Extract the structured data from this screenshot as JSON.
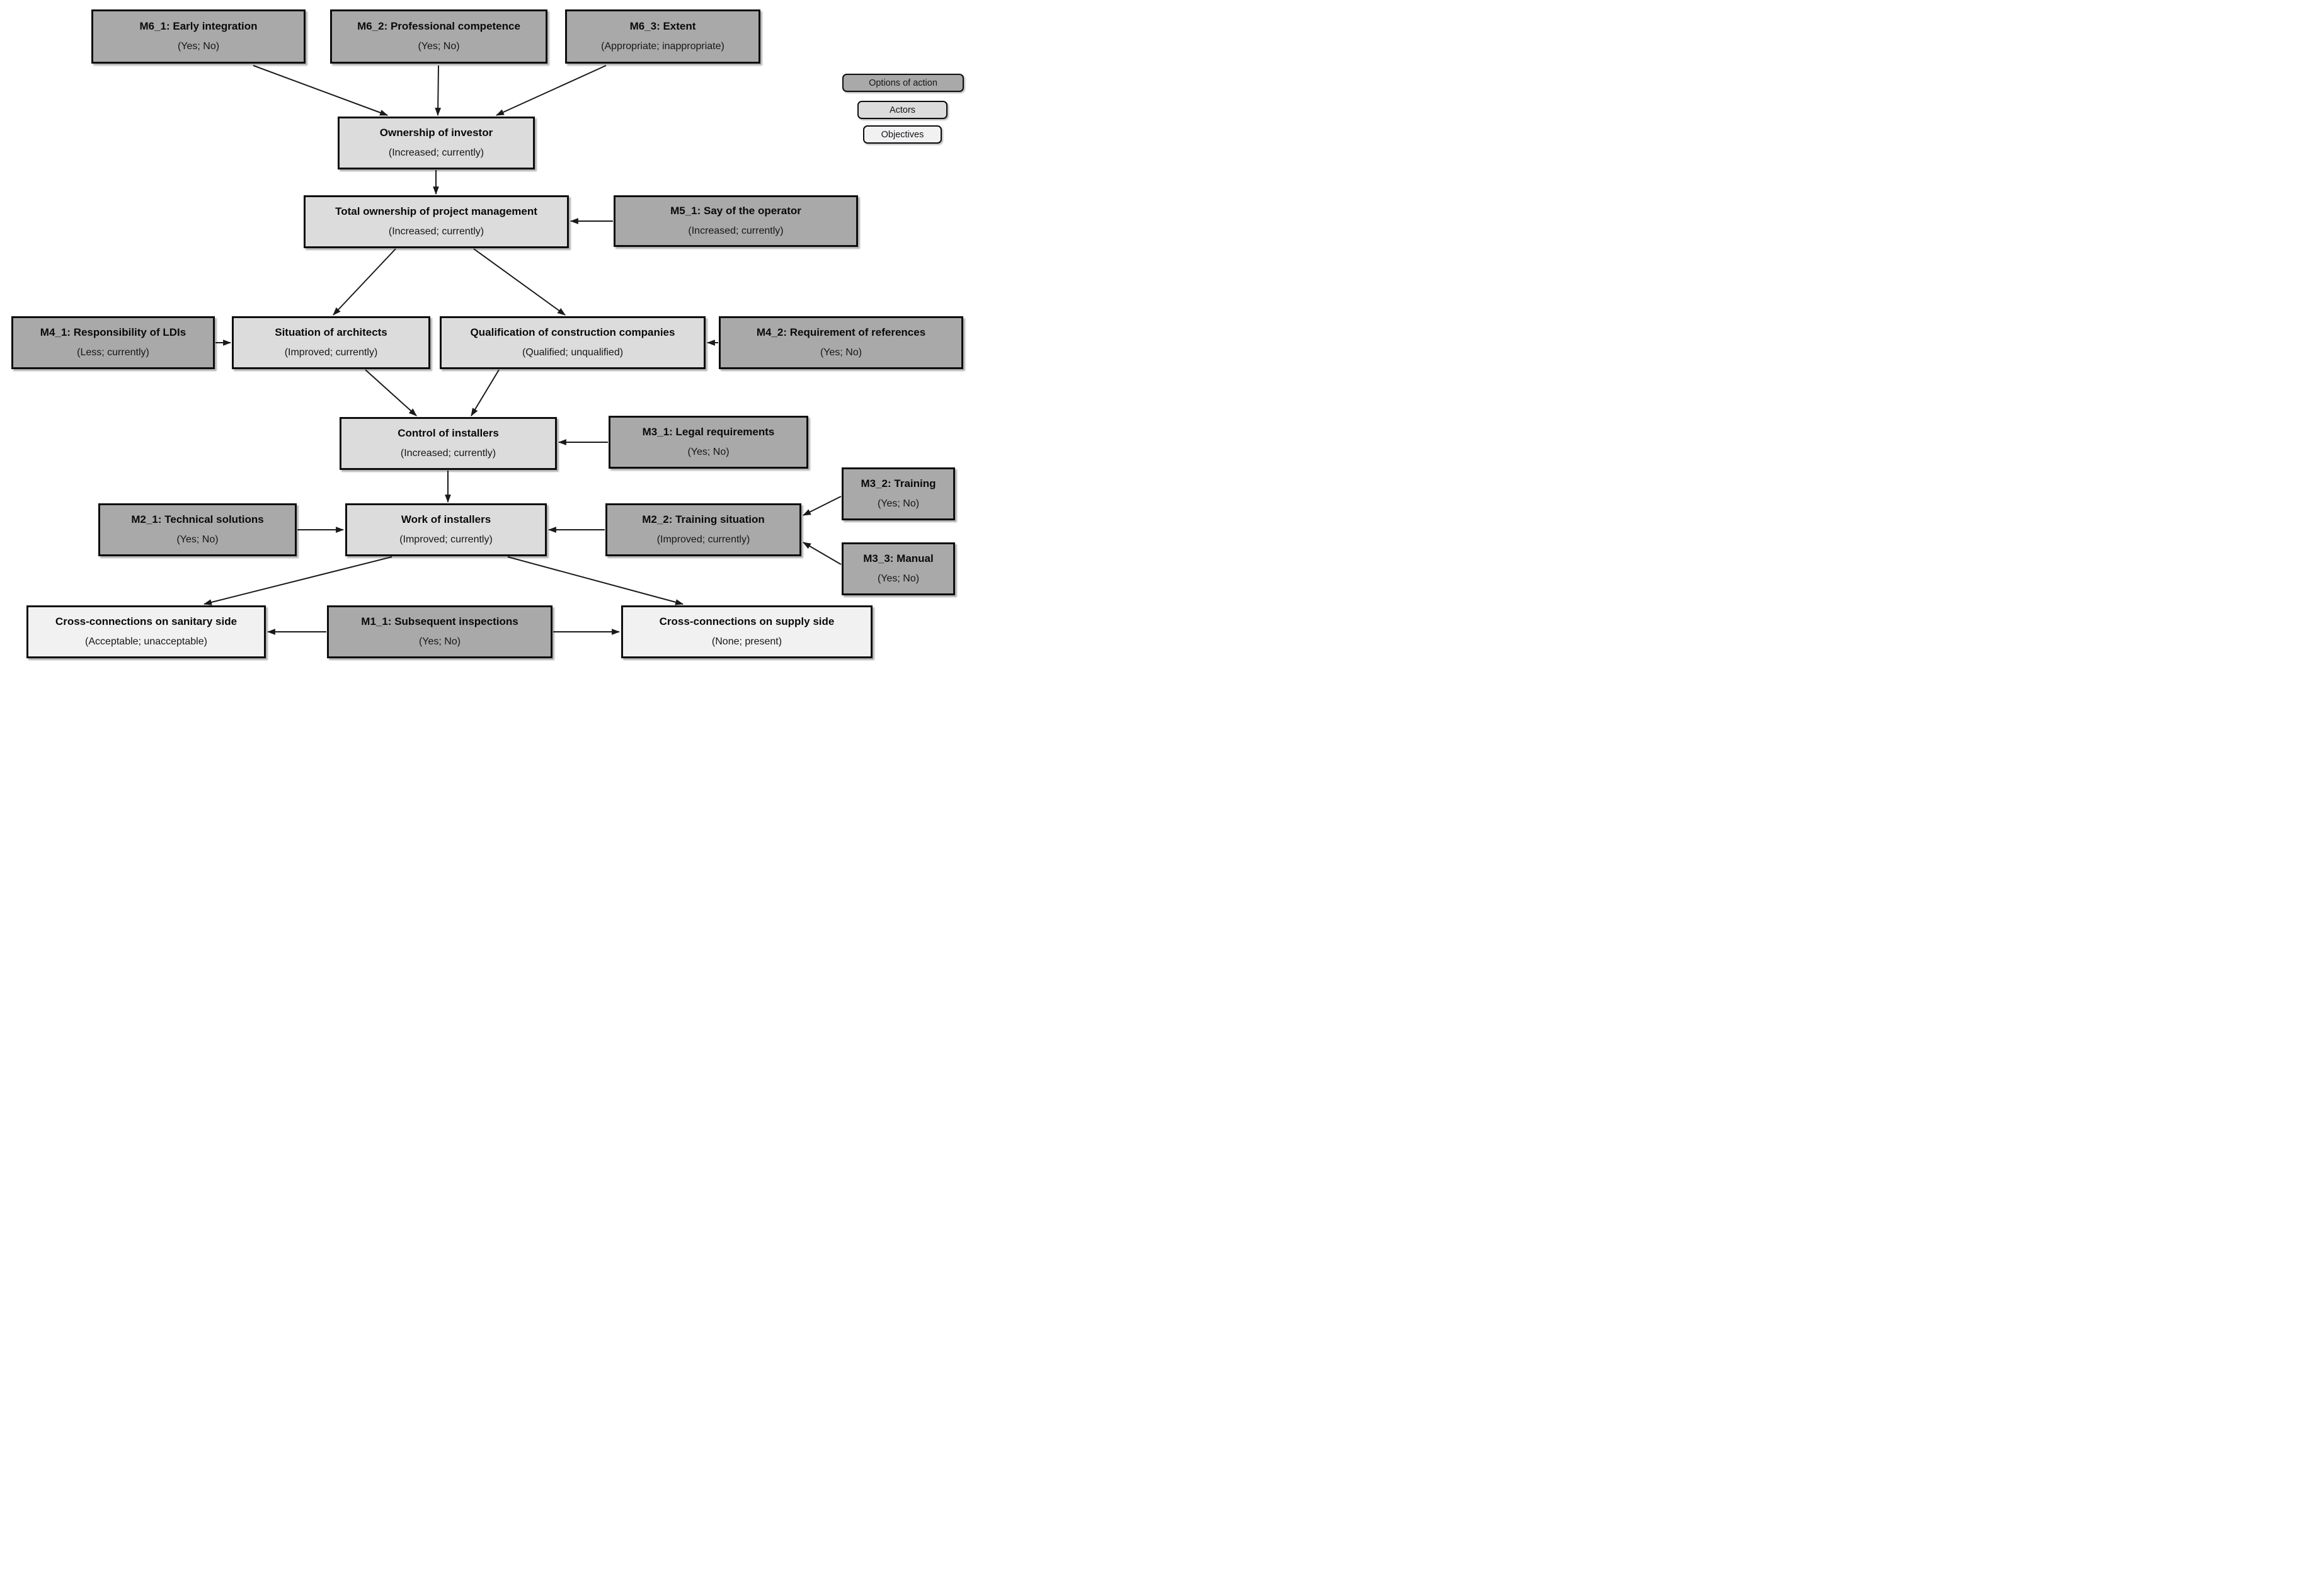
{
  "diagram": {
    "legend": [
      {
        "label": "Options of action",
        "type": "option"
      },
      {
        "label": "Actors",
        "type": "actor"
      },
      {
        "label": "Objectives",
        "type": "objective"
      }
    ],
    "colors": {
      "option_fill": "#a9a9a9",
      "actor_fill": "#dcdcdc",
      "objective_fill": "#f1f1f1",
      "border": "#0d0d0d",
      "arrow": "#1a1a1a",
      "background": "#ffffff"
    },
    "nodes": [
      {
        "id": "m6_1",
        "type": "option",
        "title": "M6_1: Early integration",
        "value": "(Yes; No)"
      },
      {
        "id": "m6_2",
        "type": "option",
        "title": "M6_2: Professional competence",
        "value": "(Yes; No)"
      },
      {
        "id": "m6_3",
        "type": "option",
        "title": "M6_3: Extent",
        "value": "(Appropriate; inappropriate)"
      },
      {
        "id": "ownership_of_investor",
        "type": "actor",
        "title": "Ownership of investor",
        "value": "(Increased; currently)"
      },
      {
        "id": "total_ownership",
        "type": "actor",
        "title": "Total ownership of project management",
        "value": "(Increased; currently)"
      },
      {
        "id": "m5_1",
        "type": "option",
        "title": "M5_1: Say of the operator",
        "value": "(Increased; currently)"
      },
      {
        "id": "m4_1",
        "type": "option",
        "title": "M4_1: Responsibility of LDIs",
        "value": "(Less; currently)"
      },
      {
        "id": "situation_of_architects",
        "type": "actor",
        "title": "Situation of architects",
        "value": "(Improved; currently)"
      },
      {
        "id": "qualification_companies",
        "type": "actor",
        "title": "Qualification of construction companies",
        "value": "(Qualified; unqualified)"
      },
      {
        "id": "m4_2",
        "type": "option",
        "title": "M4_2: Requirement of references",
        "value": "(Yes; No)"
      },
      {
        "id": "control_of_installers",
        "type": "actor",
        "title": "Control of installers",
        "value": "(Increased; currently)"
      },
      {
        "id": "m3_1",
        "type": "option",
        "title": "M3_1: Legal requirements",
        "value": "(Yes; No)"
      },
      {
        "id": "m3_2",
        "type": "option",
        "title": "M3_2: Training",
        "value": "(Yes; No)"
      },
      {
        "id": "m3_3",
        "type": "option",
        "title": "M3_3: Manual",
        "value": "(Yes; No)"
      },
      {
        "id": "m2_1",
        "type": "option",
        "title": "M2_1: Technical solutions",
        "value": "(Yes; No)"
      },
      {
        "id": "work_of_installers",
        "type": "actor",
        "title": "Work of installers",
        "value": "(Improved; currently)"
      },
      {
        "id": "m2_2",
        "type": "option",
        "title": "M2_2: Training situation",
        "value": "(Improved; currently)"
      },
      {
        "id": "cross_sanitary",
        "type": "objective",
        "title": "Cross-connections on sanitary side",
        "value": "(Acceptable; unacceptable)"
      },
      {
        "id": "m1_1",
        "type": "option",
        "title": "M1_1: Subsequent inspections",
        "value": "(Yes; No)"
      },
      {
        "id": "cross_supply",
        "type": "objective",
        "title": "Cross-connections on supply side",
        "value": "(None; present)"
      }
    ],
    "edges": [
      {
        "from": "m6_1",
        "to": "ownership_of_investor"
      },
      {
        "from": "m6_2",
        "to": "ownership_of_investor"
      },
      {
        "from": "m6_3",
        "to": "ownership_of_investor"
      },
      {
        "from": "ownership_of_investor",
        "to": "total_ownership"
      },
      {
        "from": "m5_1",
        "to": "total_ownership"
      },
      {
        "from": "total_ownership",
        "to": "situation_of_architects"
      },
      {
        "from": "total_ownership",
        "to": "qualification_companies"
      },
      {
        "from": "m4_1",
        "to": "situation_of_architects"
      },
      {
        "from": "m4_2",
        "to": "qualification_companies"
      },
      {
        "from": "situation_of_architects",
        "to": "control_of_installers"
      },
      {
        "from": "qualification_companies",
        "to": "control_of_installers"
      },
      {
        "from": "m3_1",
        "to": "control_of_installers"
      },
      {
        "from": "control_of_installers",
        "to": "work_of_installers"
      },
      {
        "from": "m2_1",
        "to": "work_of_installers"
      },
      {
        "from": "m2_2",
        "to": "work_of_installers"
      },
      {
        "from": "m3_2",
        "to": "m2_2"
      },
      {
        "from": "m3_3",
        "to": "m2_2"
      },
      {
        "from": "work_of_installers",
        "to": "cross_sanitary"
      },
      {
        "from": "work_of_installers",
        "to": "cross_supply"
      },
      {
        "from": "m1_1",
        "to": "cross_sanitary"
      },
      {
        "from": "m1_1",
        "to": "cross_supply"
      }
    ]
  }
}
